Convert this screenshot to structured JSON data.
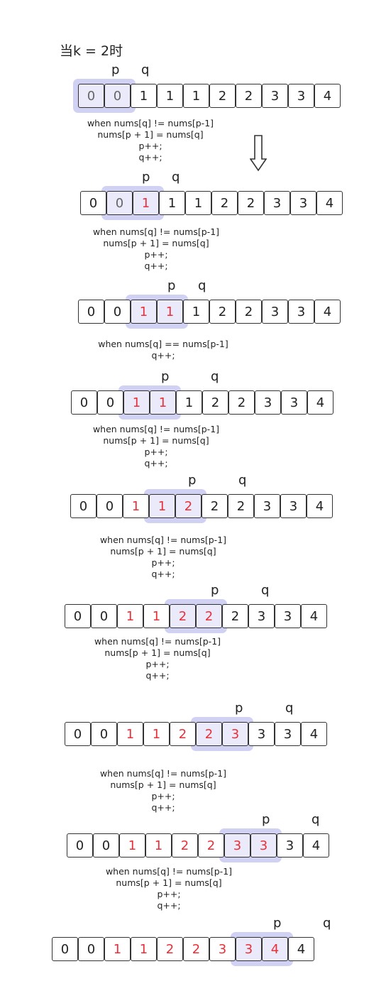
{
  "title": "当k = 2时",
  "pointer_labels": {
    "p": "p",
    "q": "q"
  },
  "colors": {
    "cell_border": "#333333",
    "default_text": "#222222",
    "highlight_text": "#e8303a",
    "window_fill": "#c9c9f2",
    "window_border": "#b8b8ec",
    "muted_text": "#666666"
  },
  "condition_lines": {
    "not_equal": "when nums[q] != nums[p-1]",
    "equal": "when nums[q] == nums[p-1]",
    "assign": "nums[p + 1] = nums[q]",
    "p_inc": "p++;",
    "q_inc": "q++;"
  },
  "arrow_icon": "down-arrow-icon",
  "steps": [
    {
      "values": [
        "0",
        "0",
        "1",
        "1",
        "1",
        "2",
        "2",
        "3",
        "3",
        "4"
      ],
      "red": [],
      "window": [
        0,
        1
      ],
      "p": 1,
      "q": 2,
      "text": [
        "when nums[q] != nums[p-1]",
        "nums[p + 1] = nums[q]",
        "p++;",
        "q++;"
      ]
    },
    {
      "values": [
        "0",
        "0",
        "1",
        "1",
        "1",
        "2",
        "2",
        "3",
        "3",
        "4"
      ],
      "red": [
        2
      ],
      "window": [
        1,
        2
      ],
      "p": 2,
      "q": 3,
      "text": [
        "when nums[q] != nums[p-1]",
        "nums[p + 1] = nums[q]",
        "p++;",
        "q++;"
      ]
    },
    {
      "values": [
        "0",
        "0",
        "1",
        "1",
        "1",
        "2",
        "2",
        "3",
        "3",
        "4"
      ],
      "red": [
        2,
        3
      ],
      "window": [
        2,
        3
      ],
      "p": 3,
      "q": 4,
      "text": [
        "when nums[q] == nums[p-1]",
        "q++;"
      ]
    },
    {
      "values": [
        "0",
        "0",
        "1",
        "1",
        "1",
        "2",
        "2",
        "3",
        "3",
        "4"
      ],
      "red": [
        2,
        3
      ],
      "window": [
        2,
        3
      ],
      "p": 3,
      "q": 5,
      "text": [
        "when nums[q] != nums[p-1]",
        "nums[p + 1] = nums[q]",
        "p++;",
        "q++;"
      ]
    },
    {
      "values": [
        "0",
        "0",
        "1",
        "1",
        "2",
        "2",
        "2",
        "3",
        "3",
        "4"
      ],
      "red": [
        2,
        3,
        4
      ],
      "window": [
        3,
        4
      ],
      "p": 4,
      "q": 6,
      "text": [
        "when nums[q] != nums[p-1]",
        "nums[p + 1] = nums[q]",
        "p++;",
        "q++;"
      ]
    },
    {
      "values": [
        "0",
        "0",
        "1",
        "1",
        "2",
        "2",
        "2",
        "3",
        "3",
        "4"
      ],
      "red": [
        2,
        3,
        4,
        5
      ],
      "window": [
        4,
        5
      ],
      "p": 5,
      "q": 7,
      "text": [
        "when nums[q] != nums[p-1]",
        "nums[p + 1] = nums[q]",
        "p++;",
        "q++;"
      ]
    },
    {
      "values": [
        "0",
        "0",
        "1",
        "1",
        "2",
        "2",
        "3",
        "3",
        "3",
        "4"
      ],
      "red": [
        2,
        3,
        4,
        5,
        6
      ],
      "window": [
        5,
        6
      ],
      "p": 6,
      "q": 8,
      "text": [
        "when nums[q] != nums[p-1]",
        "nums[p + 1] = nums[q]",
        "p++;",
        "q++;"
      ]
    },
    {
      "values": [
        "0",
        "0",
        "1",
        "1",
        "2",
        "2",
        "3",
        "3",
        "3",
        "4"
      ],
      "red": [
        2,
        3,
        4,
        5,
        6,
        7
      ],
      "window": [
        6,
        7
      ],
      "p": 7,
      "q": 9,
      "text": [
        "when nums[q] != nums[p-1]",
        "nums[p + 1] = nums[q]",
        "p++;",
        "q++;"
      ]
    },
    {
      "values": [
        "0",
        "0",
        "1",
        "1",
        "2",
        "2",
        "3",
        "3",
        "4",
        "4"
      ],
      "red": [
        2,
        3,
        4,
        5,
        6,
        7,
        8
      ],
      "window": [
        7,
        8
      ],
      "p": 8,
      "q": 10,
      "text": []
    }
  ]
}
